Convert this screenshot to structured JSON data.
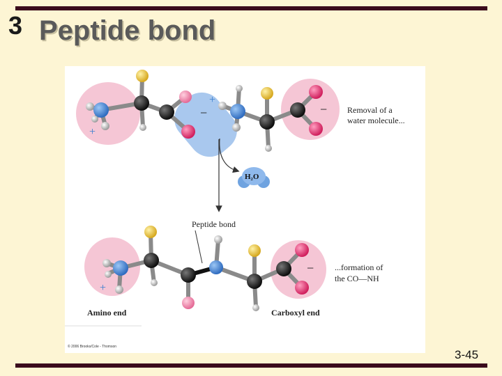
{
  "slide": {
    "number": "3",
    "title": "Peptide bond",
    "page_number": "3-45"
  },
  "figure": {
    "removal_line1": "Removal of a",
    "removal_line2": "water molecule...",
    "water_formula": "H₂O",
    "peptide_bond_label": "Peptide bond",
    "formation_line1": "...formation of",
    "formation_line2": "the CO—NH",
    "amino_end_label": "Amino end",
    "carboxyl_end_label": "Carboxyl end",
    "copyright": "© 2006 Brooks/Cole - Thomson",
    "charge_plus": "+",
    "charge_minus": "−"
  },
  "colors": {
    "nitrogen": "#3a7fd0",
    "carbon": "#1a1a1a",
    "oxygen": "#e0356f",
    "hydrogen": "#e8e8e8",
    "side_chain": "#e9c23a",
    "amino_halo": "#f3c3d2",
    "water_halo": "#a9c8ee"
  }
}
